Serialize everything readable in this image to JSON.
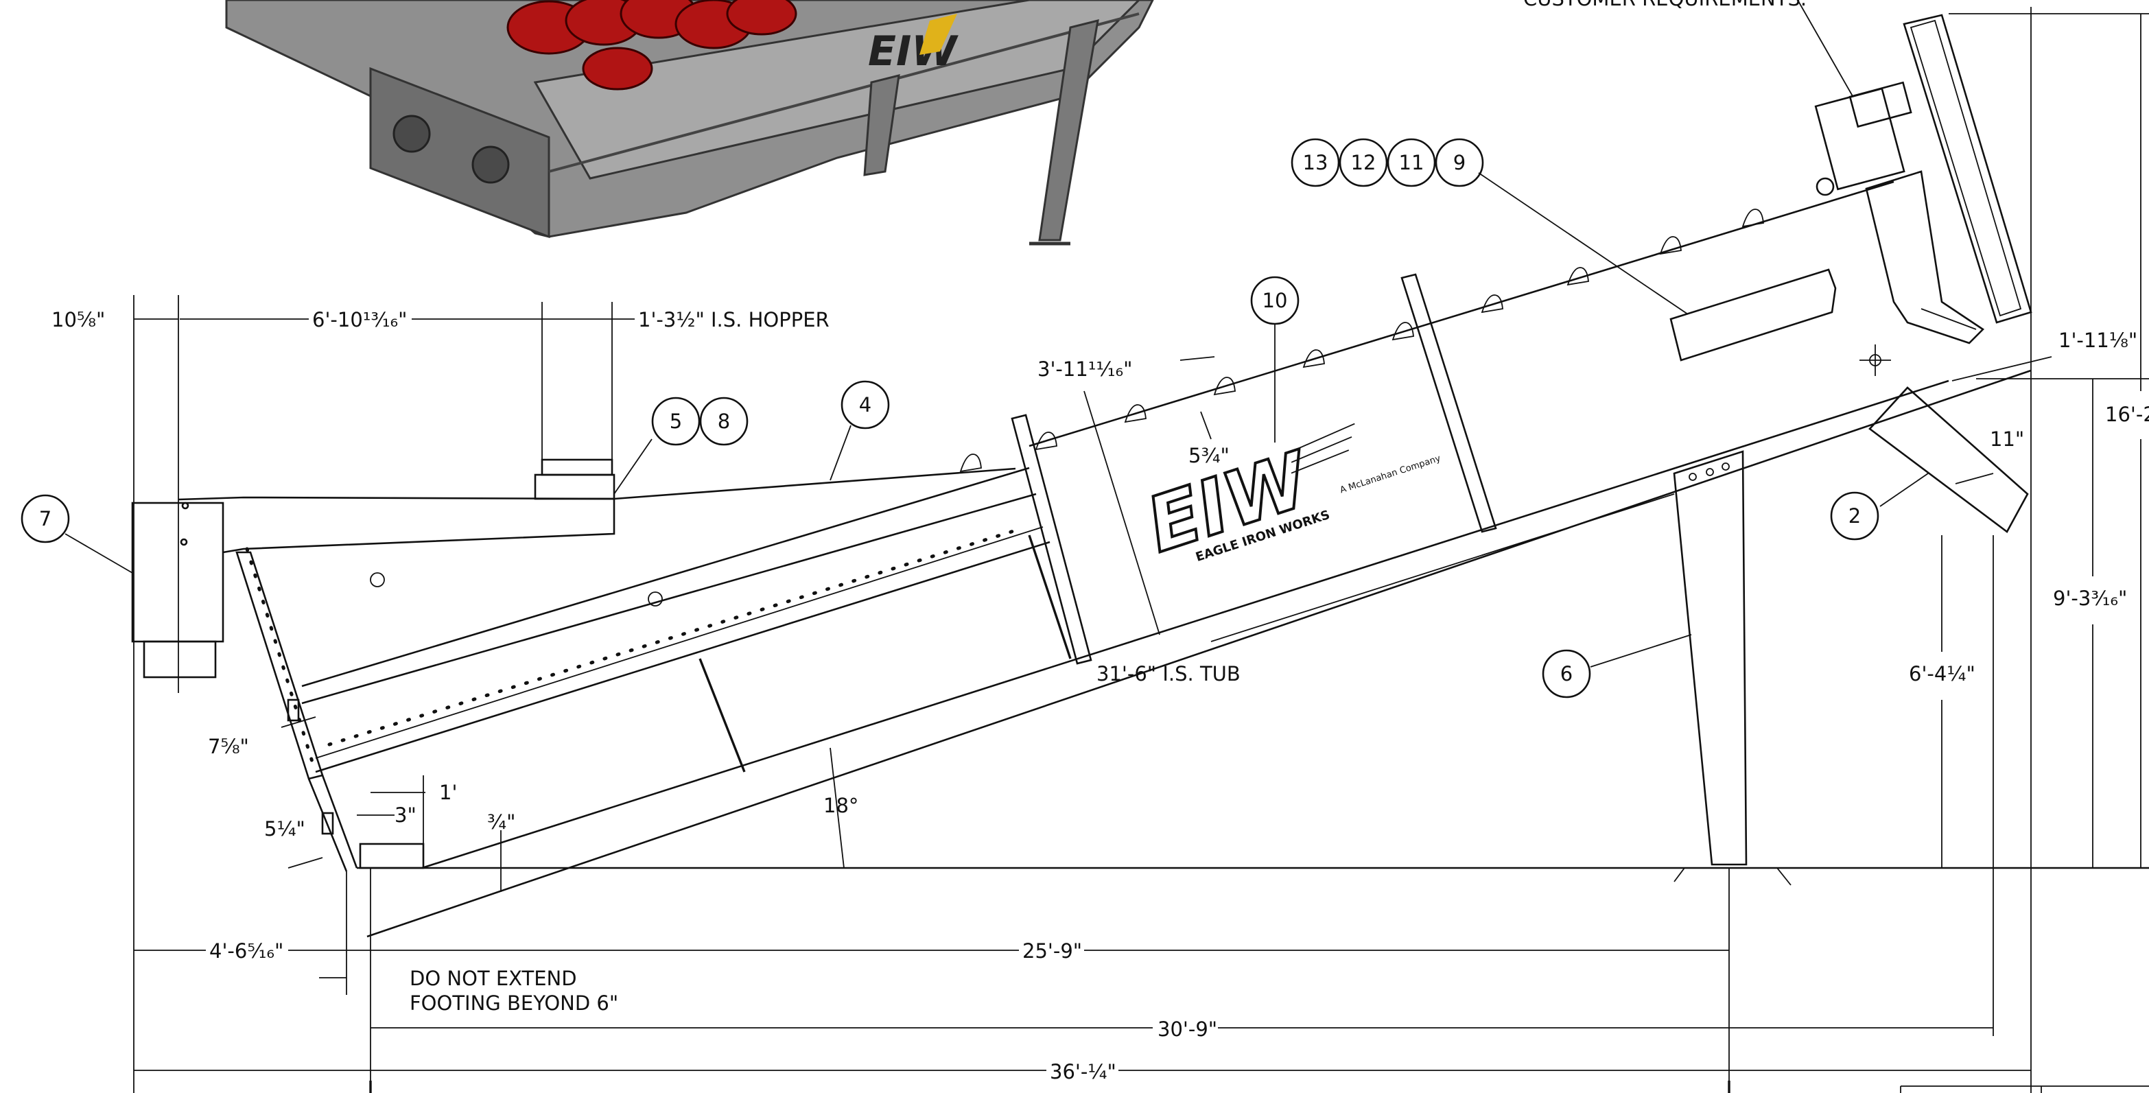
{
  "note_top": "CUSTOMER REQUIREMENTS.",
  "colors": {
    "steel": "#8f8f8f",
    "steel_dark": "#5b5b5b",
    "paddle_red": "#b01414",
    "line": "#111111",
    "paper": "#ffffff"
  },
  "logo": {
    "letters": "EIW",
    "brand": "EAGLE IRON WORKS",
    "sub": "A McLanahan Company"
  },
  "iso_logo": "EIW",
  "balloons": {
    "b13": "13",
    "b12": "12",
    "b11": "11",
    "b9": "9",
    "b10": "10",
    "b5": "5",
    "b8": "8",
    "b4": "4",
    "b7": "7",
    "b2": "2",
    "b6": "6"
  },
  "dims": {
    "d_10_5_8": "10⅝\"",
    "d_6_10": "6'-10¹³⁄₁₆\"",
    "d_hopper": "1'-3½\" I.S. HOPPER",
    "d_3_11": "3'-11¹¹⁄₁₆\"",
    "d_5_3_4": "5¾\"",
    "d_1_11": "1'-11⅛\"",
    "d_16_2": "16'-2",
    "d_11": "11\"",
    "d_9_3": "9'-3³⁄₁₆\"",
    "d_6_4": "6'-4¼\"",
    "d_tub": "31'-6\" I.S. TUB",
    "d_7_5_8": "7⅝\"",
    "d_5_1_4": "5¼\"",
    "d_1ft": "1'",
    "d_3in": "3\"",
    "d_3_4": "¾\"",
    "d_angle": "18°",
    "d_4_6": "4'-6⁵⁄₁₆\"",
    "d_25_9": "25'-9\"",
    "d_30_9": "30'-9\"",
    "d_36": "36'-¼\""
  },
  "notes": {
    "footing_1": "DO NOT EXTEND",
    "footing_2": "FOOTING BEYOND 6\""
  }
}
